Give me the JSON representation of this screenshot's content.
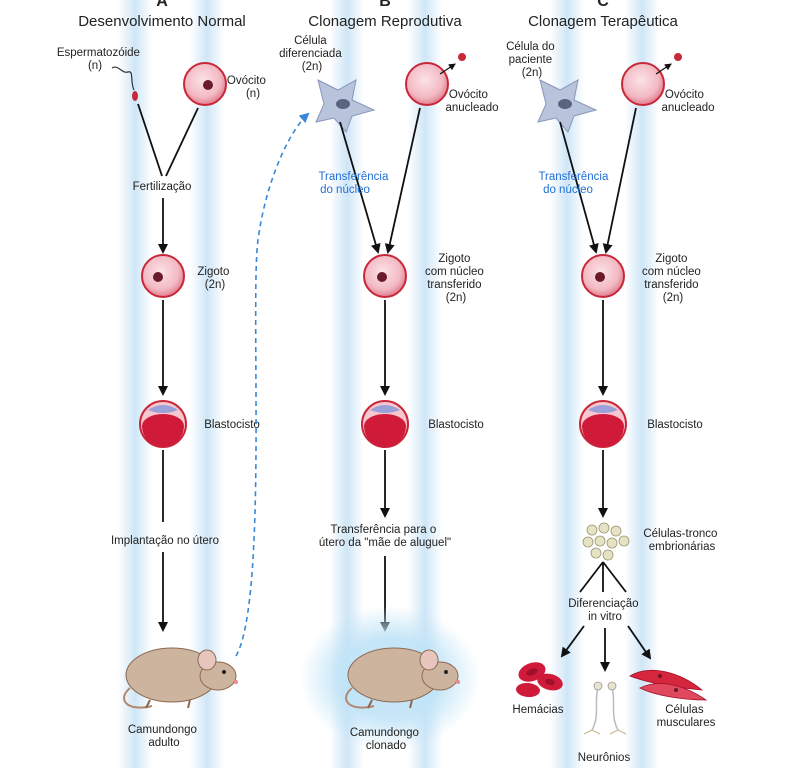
{
  "colors": {
    "beam": "#cfe6f7",
    "cell_fill": "#f6c7cf",
    "cell_border": "#c8283a",
    "nucleus": "#6a1a28",
    "blastocyst": "#d01a3a",
    "dashed_arrow": "#3a86d8",
    "blue_text": "#1f6fd6"
  },
  "columns": [
    {
      "letter": "A",
      "title": "Desenvolvimento Normal",
      "labels": {
        "sperm": [
          "Espermatozóide",
          "(n)"
        ],
        "egg": [
          "Ovócito",
          "(n)"
        ],
        "fertilization": [
          "Fertilização"
        ],
        "zygote": [
          "Zigoto",
          "(2n)"
        ],
        "blastocyst": [
          "Blastocisto"
        ],
        "implant": [
          "Implantação no útero"
        ],
        "mouse": [
          "Camundongo",
          "adulto"
        ]
      }
    },
    {
      "letter": "B",
      "title": "Clonagem Reprodutiva",
      "labels": {
        "donor": [
          "Célula",
          "diferenciada",
          "(2n)"
        ],
        "egg": [
          "Ovócito",
          "anucleado"
        ],
        "transfer": [
          "Transferência",
          "do núcleo"
        ],
        "zygote": [
          "Zigoto",
          "com núcleo",
          "transferido",
          "(2n)"
        ],
        "blastocyst": [
          "Blastocisto"
        ],
        "surrogate": [
          "Transferência para o",
          "útero da \"mãe de aluguel\""
        ],
        "mouse": [
          "Camundongo",
          "clonado"
        ]
      }
    },
    {
      "letter": "C",
      "title": "Clonagem Terapêutica",
      "labels": {
        "donor": [
          "Célula do",
          "paciente",
          "(2n)"
        ],
        "egg": [
          "Ovócito",
          "anucleado"
        ],
        "transfer": [
          "Transferência",
          "do núcleo"
        ],
        "zygote": [
          "Zigoto",
          "com núcleo",
          "transferido",
          "(2n)"
        ],
        "blastocyst": [
          "Blastocisto"
        ],
        "stem": [
          "Células-tronco",
          "embrionárias"
        ],
        "diff": [
          "Diferenciação",
          "in vitro"
        ],
        "rbc": [
          "Hemácias"
        ],
        "neurons": [
          "Neurônios"
        ],
        "muscle": [
          "Células",
          "musculares"
        ]
      }
    }
  ]
}
